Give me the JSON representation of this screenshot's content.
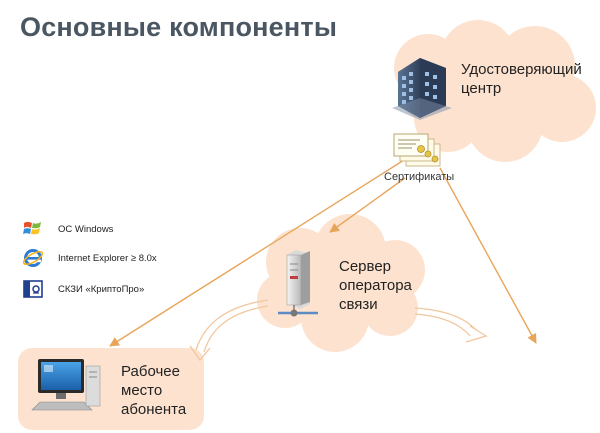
{
  "title": "Основные компоненты",
  "nodes": {
    "ca": {
      "lines": [
        "Удостоверяющий",
        "центр"
      ]
    },
    "certificates": {
      "label": "Сертификаты"
    },
    "operator": {
      "lines": [
        "Сервер",
        "оператора",
        "связи"
      ]
    },
    "workstation": {
      "lines": [
        "Рабочее",
        "место",
        "абонента"
      ]
    }
  },
  "requirements": [
    {
      "icon": "windows-logo-icon",
      "label": "ОС Windows"
    },
    {
      "icon": "internet-explorer-icon",
      "label": "Internet Explorer  ≥ 8.0x"
    },
    {
      "icon": "cryptopro-icon",
      "label": "СКЗИ «КриптоПро»"
    }
  ],
  "colors": {
    "title": "#4a5662",
    "cloud": "#fde3cf",
    "arrow": "#e8a55a"
  }
}
